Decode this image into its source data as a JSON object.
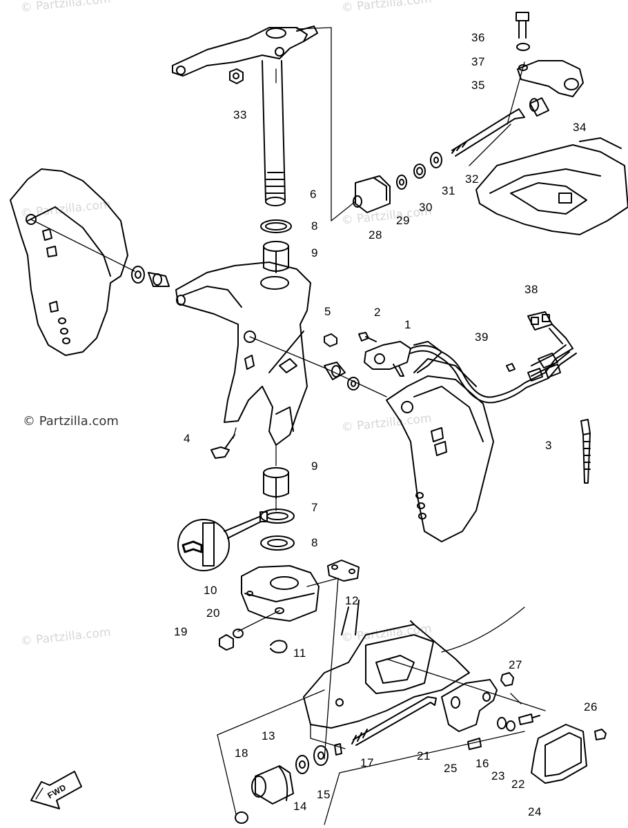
{
  "watermark": "© Partzilla.com",
  "arrow_label": "FWD",
  "callouts": {
    "p1": "1",
    "p2": "2",
    "p3": "3",
    "p4": "4",
    "p5": "5",
    "p6": "6",
    "p7": "7",
    "p8a": "8",
    "p8b": "8",
    "p9a": "9",
    "p9b": "9",
    "p10": "10",
    "p11": "11",
    "p12": "12",
    "p13": "13",
    "p14": "14",
    "p15": "15",
    "p16": "16",
    "p17": "17",
    "p18": "18",
    "p19": "19",
    "p20": "20",
    "p21": "21",
    "p22": "22",
    "p23": "23",
    "p24": "24",
    "p25": "25",
    "p26": "26",
    "p27": "27",
    "p28": "28",
    "p29": "29",
    "p30": "30",
    "p31": "31",
    "p32": "32",
    "p33": "33",
    "p34": "34",
    "p35": "35",
    "p36": "36",
    "p37": "37",
    "p38": "38",
    "p39": "39"
  },
  "colors": {
    "line": "#000000",
    "paper": "#ffffff",
    "watermark": "#d6d6d6"
  }
}
